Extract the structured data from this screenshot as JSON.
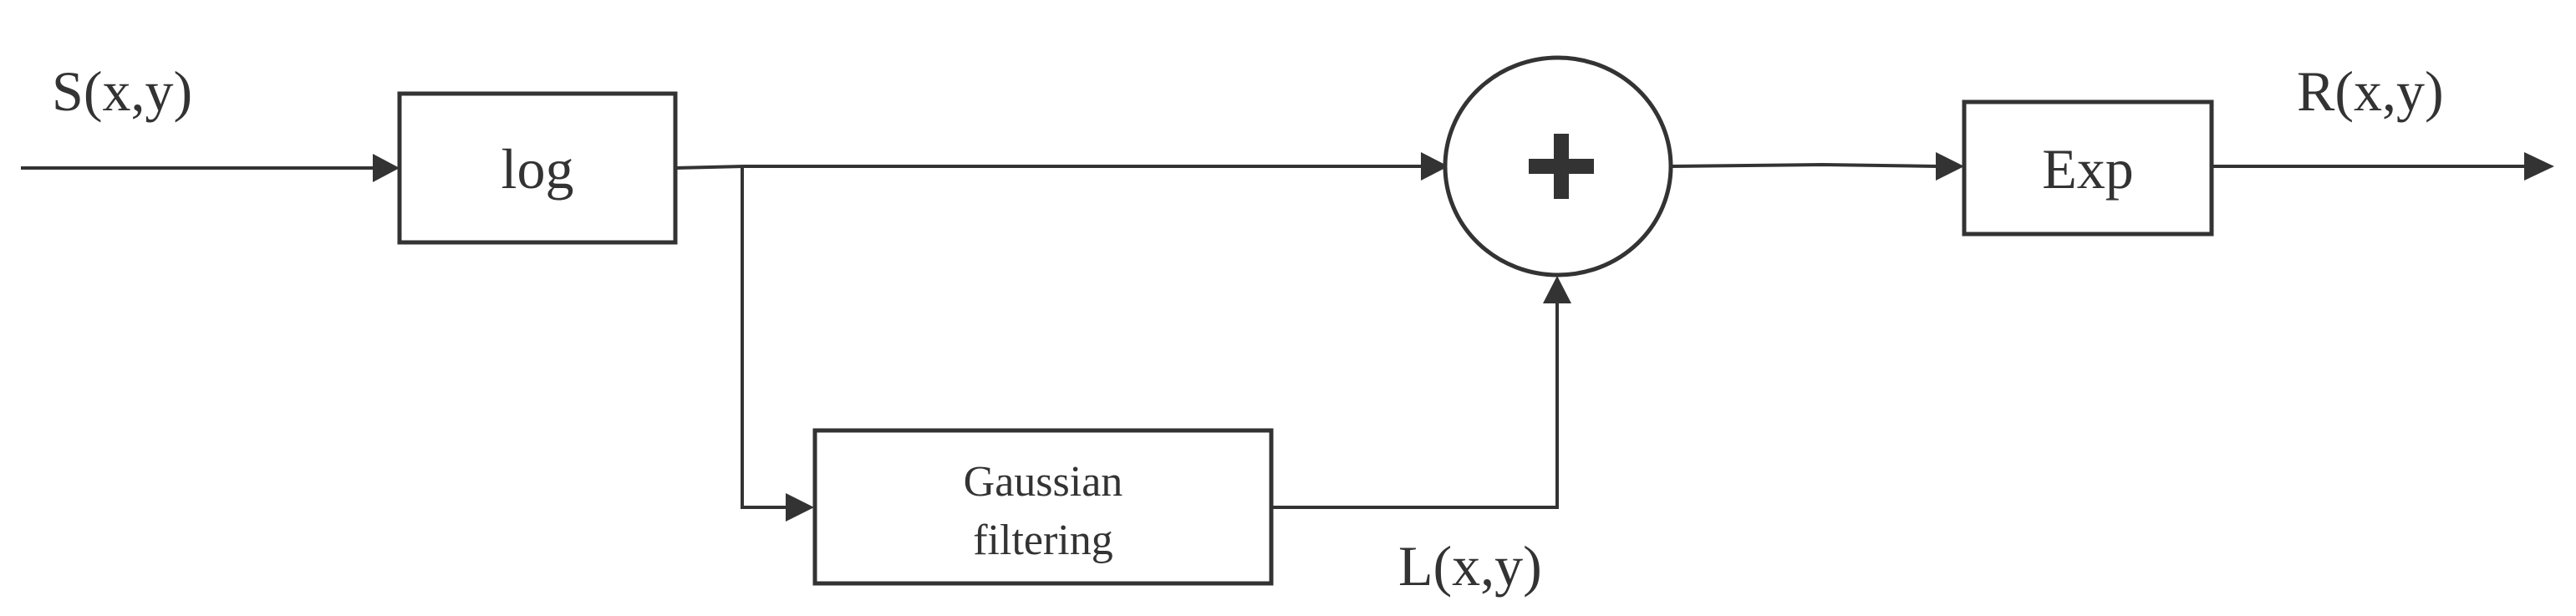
{
  "signals": {
    "input": "S(x,y)",
    "output": "R(x,y)",
    "illumination": "L(x,y)"
  },
  "blocks": {
    "log": "log",
    "gaussian_line1": "Gaussian",
    "gaussian_line2": "filtering",
    "exp": "Exp"
  },
  "operator": {
    "symbol": "plus"
  },
  "colors": {
    "stroke": "#333333",
    "background": "#ffffff"
  }
}
